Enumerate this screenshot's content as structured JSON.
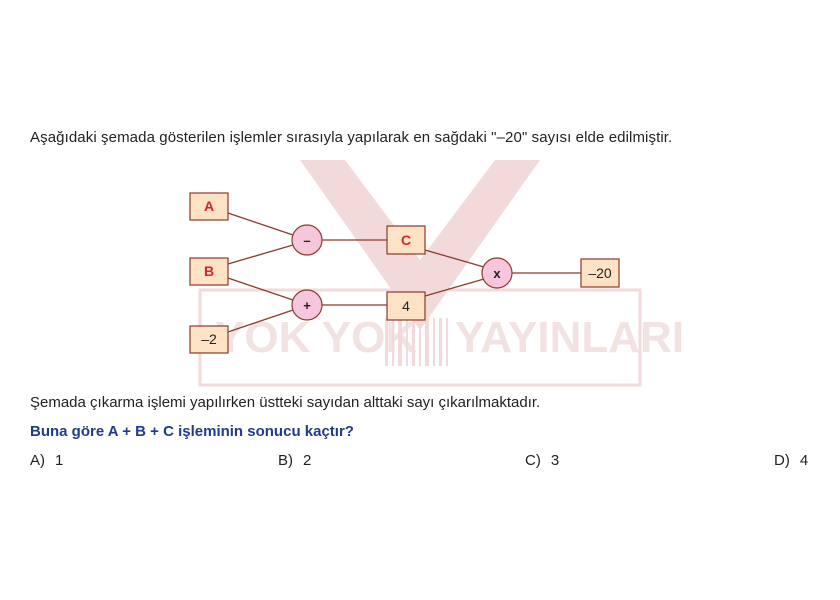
{
  "intro_text": "Aşağıdaki şemada gösterilen işlemler sırasıyla yapılarak en sağdaki \"–20\" sayısı elde edilmiştir.",
  "diagram": {
    "box_a": "A",
    "box_b": "B",
    "box_neg2": "–2",
    "op_minus": "–",
    "op_plus": "+",
    "box_c": "C",
    "box_4": "4",
    "op_times": "x",
    "box_result": "–20"
  },
  "watermark": {
    "left_text": "YOK YOK",
    "right_text": "YAYINLARI"
  },
  "note_text": "Şemada çıkarma işlemi yapılırken üstteki sayıdan alttaki sayı çıkarılmaktadır.",
  "question_text": "Buna göre A + B + C işleminin sonucu kaçtır?",
  "options": [
    {
      "letter": "A)",
      "value": "1"
    },
    {
      "letter": "B)",
      "value": "2"
    },
    {
      "letter": "C)",
      "value": "3"
    },
    {
      "letter": "D)",
      "value": "4"
    }
  ],
  "colors": {
    "box_fill": "#fde2c6",
    "op_fill": "#f6c6dc",
    "line": "#8b3a2b",
    "red_text": "#d0262d",
    "question": "#1f3b8c"
  }
}
